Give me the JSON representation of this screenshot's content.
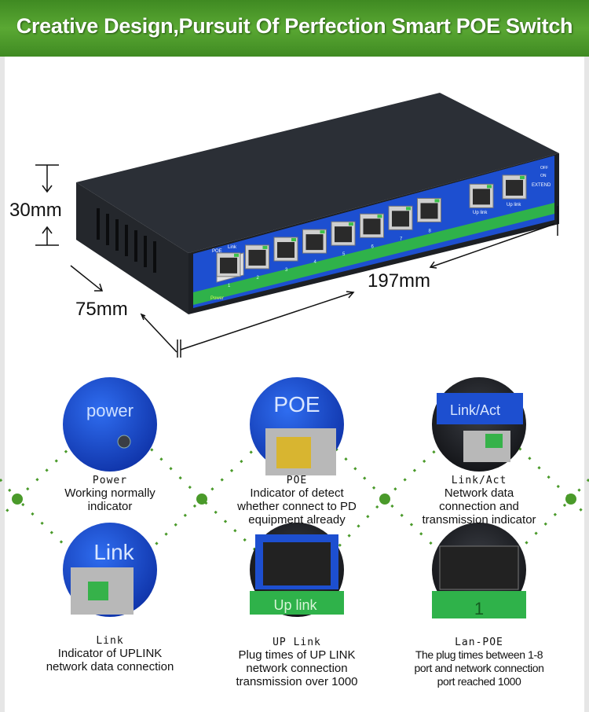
{
  "banner": {
    "title": "Creative Design,Pursuit Of Perfection Smart POE Switch",
    "color": "#4e9c2c"
  },
  "dimensions": {
    "height": "30mm",
    "depth": "75mm",
    "width": "197mm"
  },
  "device": {
    "panel_labels": {
      "poe": "POE",
      "link": "Link",
      "power": "Power",
      "uplink1": "Up link",
      "uplink2": "Up link",
      "extend": "EXTEND",
      "off": "OFF",
      "on": "ON"
    },
    "port_numbers": [
      "1",
      "2",
      "3",
      "4",
      "5",
      "6",
      "7",
      "8"
    ],
    "panel_color": "#1d4fd0",
    "strip_color": "#2fb24a"
  },
  "features": [
    {
      "circle_text": "power",
      "title": "Power",
      "desc": [
        "Working normally",
        "indicator"
      ]
    },
    {
      "circle_text": "POE",
      "title": "POE",
      "desc": [
        "Indicator of detect",
        "whether connect to PD",
        "equipment already"
      ]
    },
    {
      "circle_text": "Link/Act",
      "title": "Link/Act",
      "desc": [
        "Network data",
        "connection and",
        "transmission indicator"
      ]
    },
    {
      "circle_text": "Link",
      "title": "Link",
      "desc": [
        "Indicator of UPLINK",
        "network data connection"
      ]
    },
    {
      "circle_text": "Up link",
      "title": "UP Link",
      "desc": [
        "Plug times of UP LINK",
        "network connection",
        "transmission over 1000"
      ]
    },
    {
      "circle_text": "1",
      "title": "Lan-POE",
      "desc": [
        "The plug times between 1-8",
        "port and network connection",
        "port reached 1000"
      ]
    }
  ],
  "accent": "#4a9a2a"
}
